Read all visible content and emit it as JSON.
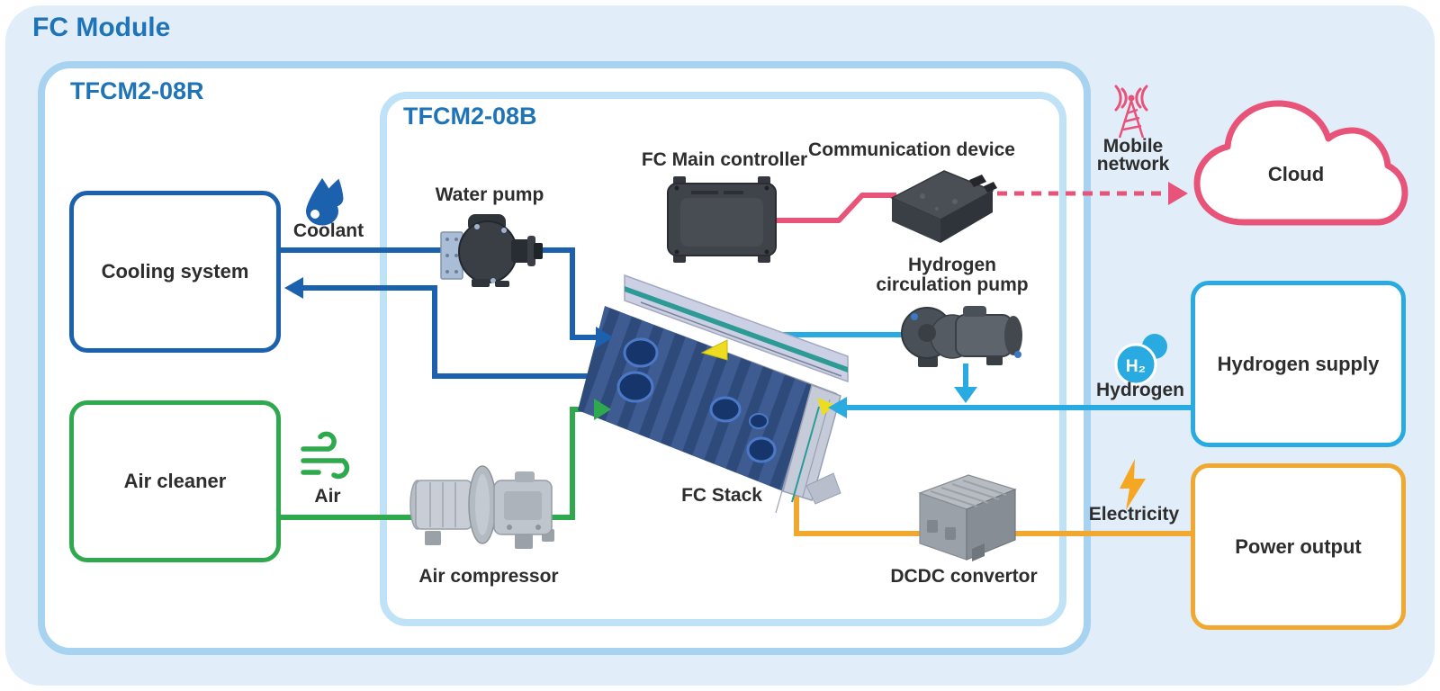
{
  "title": "FC Module",
  "modules": {
    "outer_label": "TFCM2-08R",
    "inner_label": "TFCM2-08B"
  },
  "nodes": {
    "cooling_system": "Cooling system",
    "air_cleaner": "Air cleaner",
    "hydrogen_supply": "Hydrogen supply",
    "power_output": "Power output",
    "cloud": "Cloud"
  },
  "components": {
    "water_pump": "Water pump",
    "fc_main_controller": "FC Main controller",
    "communication_device": "Communication device",
    "hydrogen_circulation_pump": {
      "line1": "Hydrogen",
      "line2": "circulation pump"
    },
    "fc_stack": "FC Stack",
    "air_compressor": "Air compressor",
    "dcdc_convertor": "DCDC convertor"
  },
  "flows": {
    "coolant": {
      "label": "Coolant",
      "color": "#1B61AE"
    },
    "air": {
      "label": "Air",
      "color": "#2EA94D"
    },
    "hydrogen": {
      "label": "Hydrogen",
      "color": "#29ABE2",
      "molecule_symbol": "H₂"
    },
    "electricity": {
      "label": "Electricity",
      "color": "#F0A830"
    },
    "communication": {
      "color": "#E8537A"
    },
    "mobile_network": {
      "line1": "Mobile",
      "line2": "network"
    }
  },
  "colors": {
    "panel_background": "#E1EEF9",
    "module_outer_border": "#A7D3F0",
    "module_inner_border": "#BFE2F7",
    "heading_blue": "#1F74B8",
    "cooling_border": "#1B61AE",
    "air_border": "#2EA94D",
    "hydrogen_border": "#29ABE2",
    "power_border": "#F0A830",
    "cloud_border": "#E8537A",
    "label_text": "#2D2D2D"
  }
}
